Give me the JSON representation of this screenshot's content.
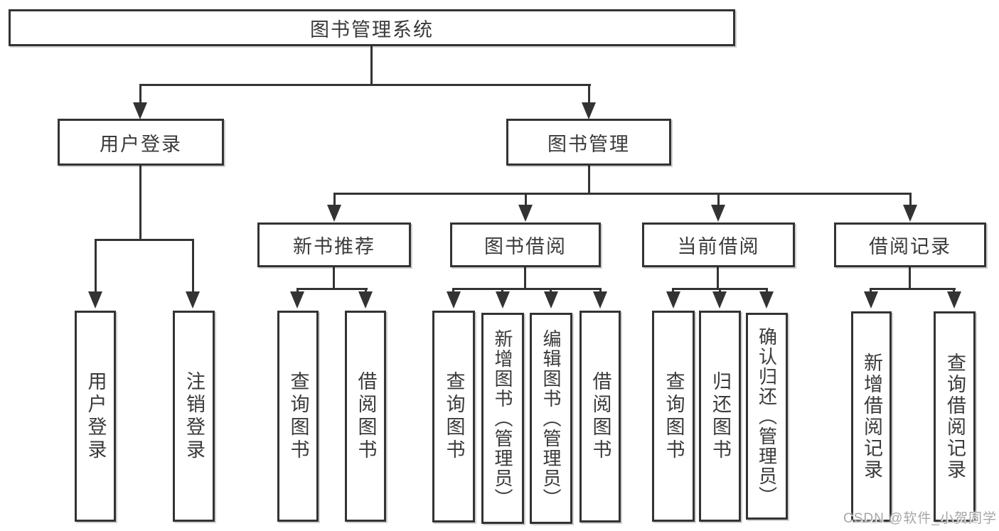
{
  "diagram": {
    "root": {
      "label": "图书管理系统"
    },
    "level2": {
      "user_login": {
        "label": "用户登录",
        "children": [
          "用户登录",
          "注销登录"
        ]
      },
      "book_mgmt": {
        "label": "图书管理"
      }
    },
    "level3": {
      "new_book_recommend": {
        "label": "新书推荐",
        "children": [
          "查询图书",
          "借阅图书"
        ]
      },
      "book_borrow": {
        "label": "图书借阅",
        "children": [
          "查询图书",
          "新增图书（管理员）",
          "编辑图书（管理员）",
          "借阅图书"
        ]
      },
      "current_borrow": {
        "label": "当前借阅",
        "children": [
          "查询图书",
          "归还图书",
          "确认归还（管理员）"
        ]
      },
      "borrow_records": {
        "label": "借阅记录",
        "children": [
          "新增借阅记录",
          "查询借阅记录"
        ]
      }
    }
  },
  "watermark": {
    "text": "CSDN @软件_小贺同学"
  },
  "colors": {
    "line": "#333333",
    "text": "#3a3a3a",
    "watermark": "#a6a6a6",
    "background": "#ffffff"
  }
}
